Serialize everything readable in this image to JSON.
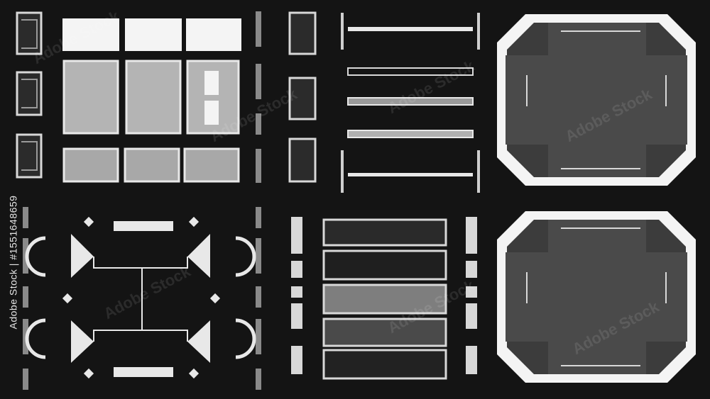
{
  "stock_id": "Adobe Stock | #1551648659",
  "watermark": "Adobe Stock",
  "colors": {
    "background": "#141414",
    "white": "#f4f4f4",
    "light_gray": "#bdbdbd",
    "mid_gray": "#8a8a8a",
    "dark_gray": "#3a3a3a",
    "panel_gray": "#4a4a4a"
  },
  "elements": {
    "side_tabs": 3,
    "tile_grid": {
      "columns": 3,
      "rows": 3
    },
    "bar_frames": 5,
    "octagon_frames": 2,
    "list_boxes": 5,
    "circuit_hud": 1
  }
}
